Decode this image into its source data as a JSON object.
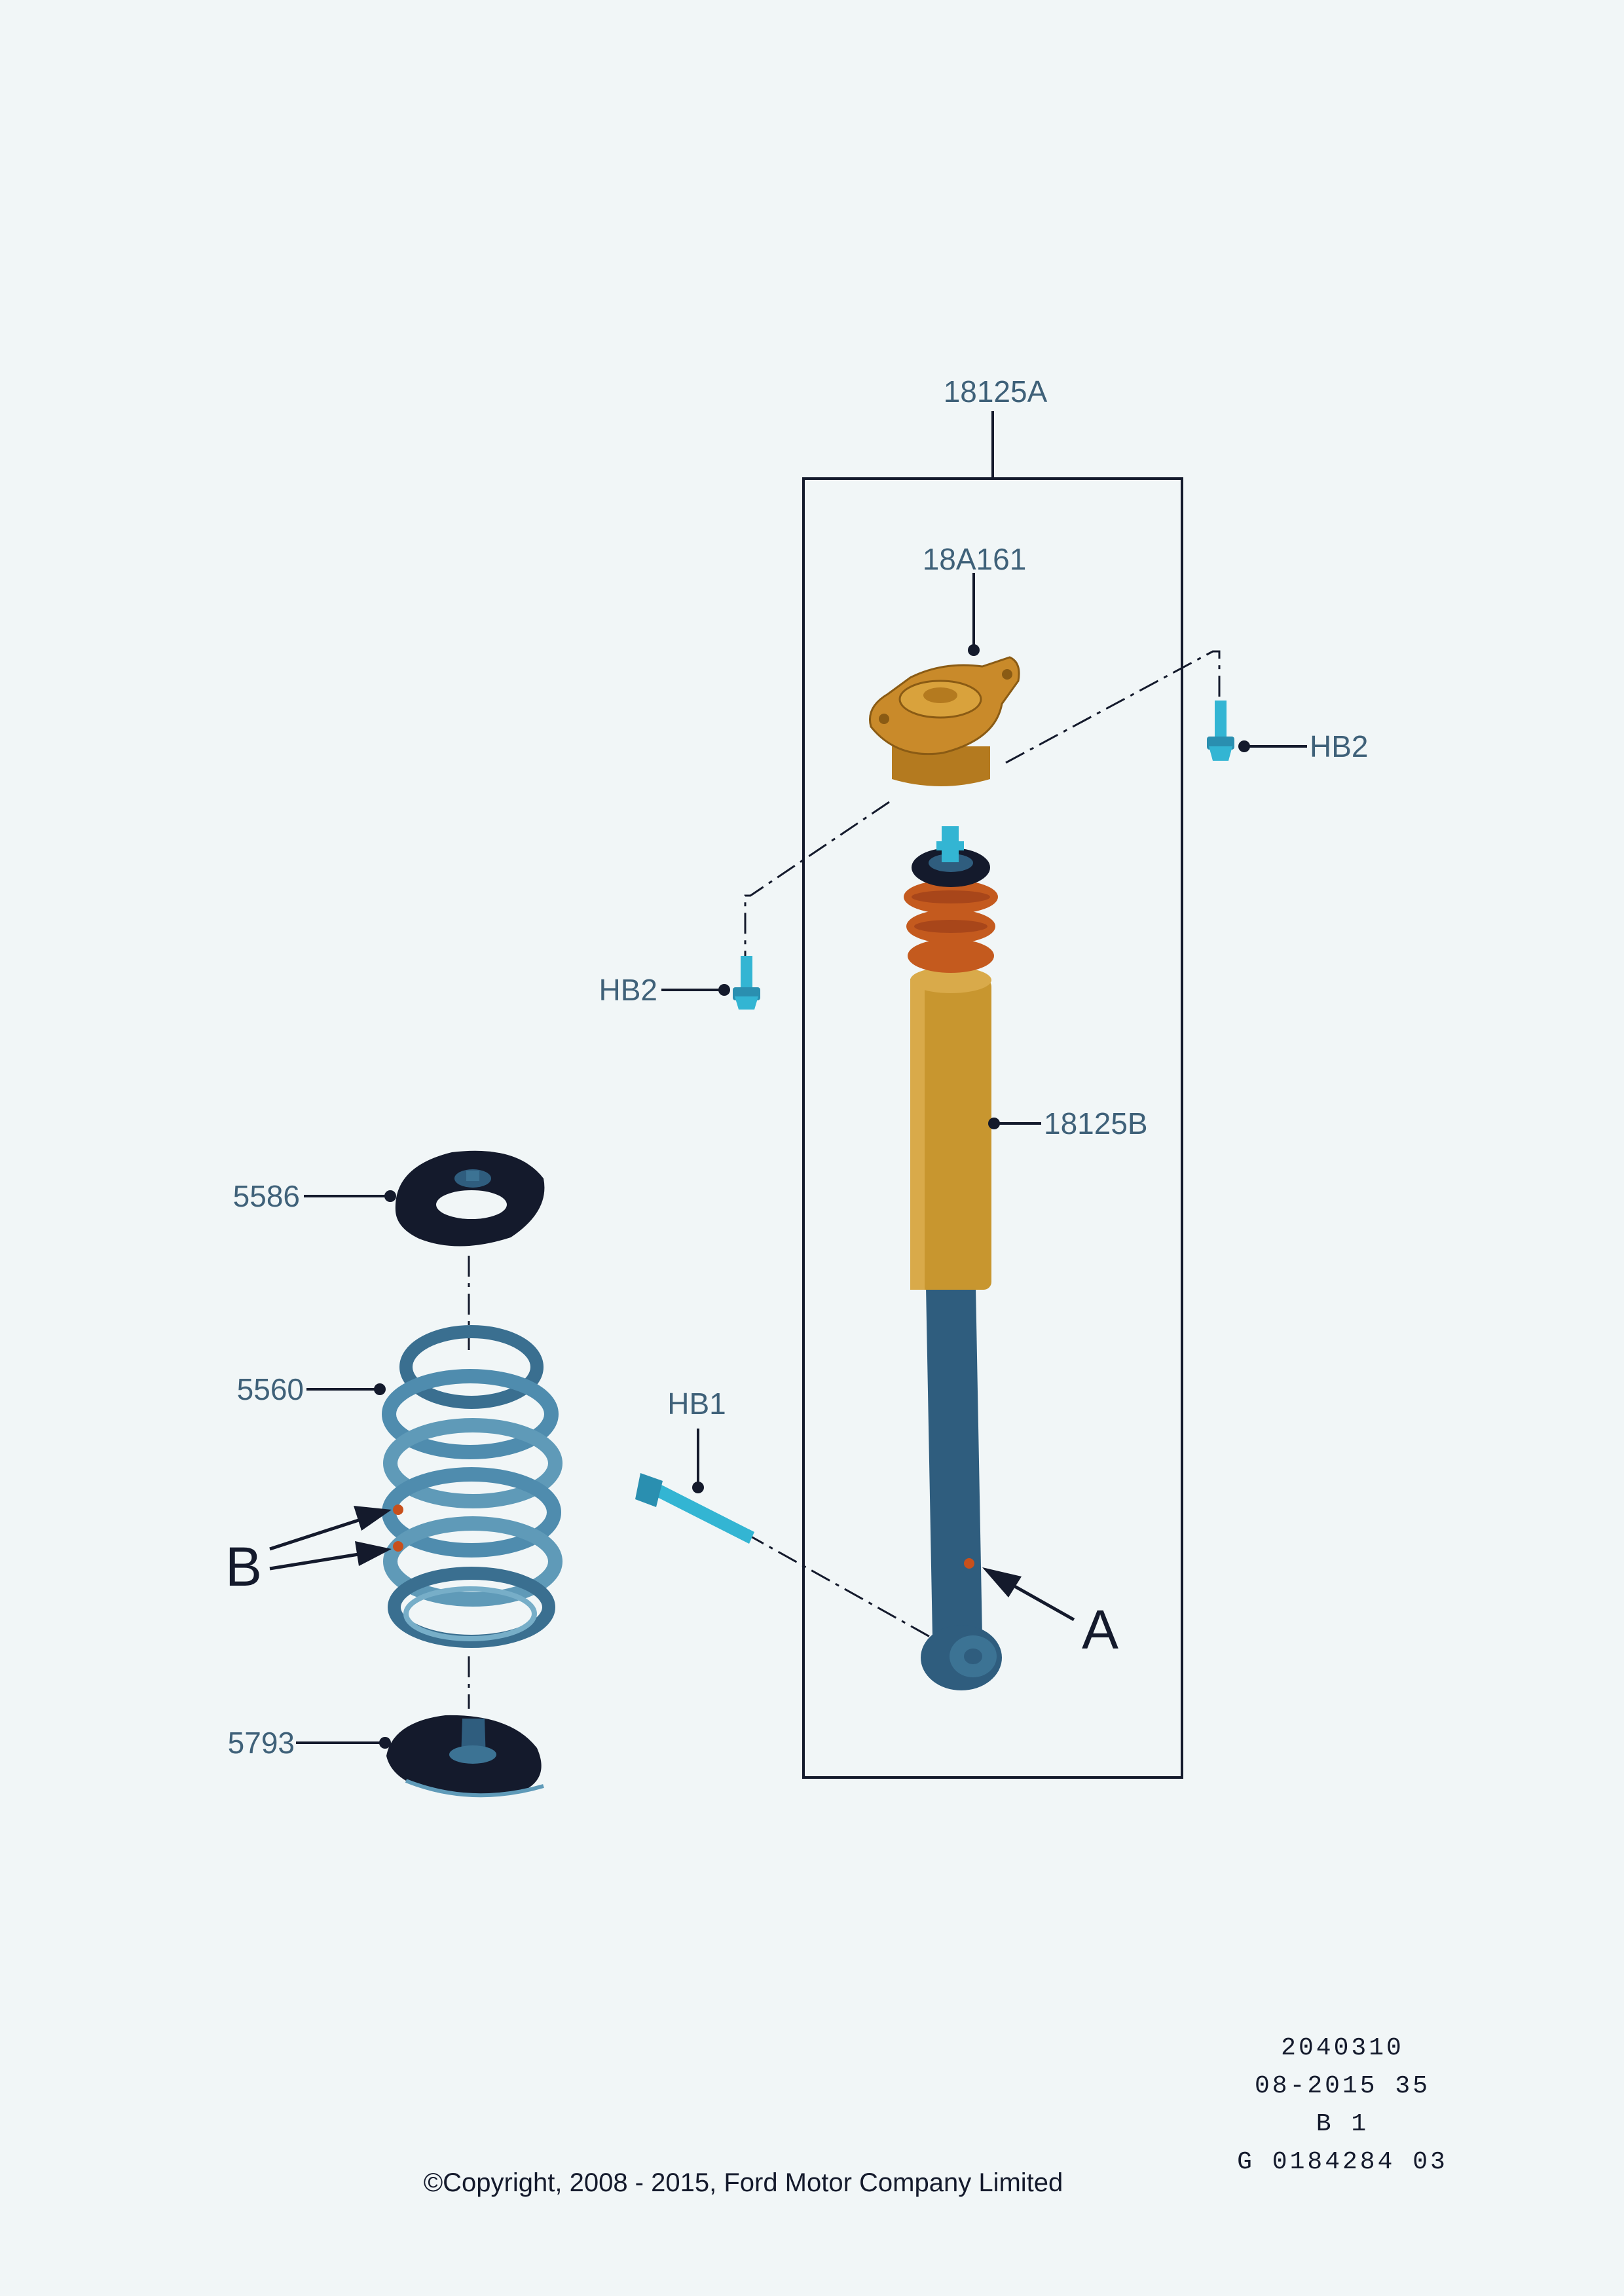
{
  "labels": {
    "shock_assembly": "18125A",
    "top_mount": "18A161",
    "bolt_upper_right": "HB2",
    "bolt_upper_left": "HB2",
    "shock_absorber": "18125B",
    "upper_spring_seat": "5586",
    "coil_spring": "5560",
    "bolt_lower": "HB1",
    "lower_spring_seat": "5793",
    "mark_a": "A",
    "mark_b": "B"
  },
  "footer": {
    "code": "2040310",
    "date_line": "08-2015 35",
    "revision": "B 1",
    "drawing_id": "G 0184284 03",
    "copyright": "©Copyright, 2008 - 2015, Ford Motor Company Limited"
  },
  "colors": {
    "background": "#f1f6f7",
    "label_text": "#3f6179",
    "leader_line": "#141a2c",
    "mount_orange": "#c98a2a",
    "bump_stop": "#c45a1e",
    "shock_body": "#c8962f",
    "shock_rod": "#2f5d7e",
    "spring_blue": "#5f9ab8",
    "seat_dark": "#141a2c",
    "bolt_cyan": "#33b5d3",
    "mark_red": "#c8501c"
  }
}
